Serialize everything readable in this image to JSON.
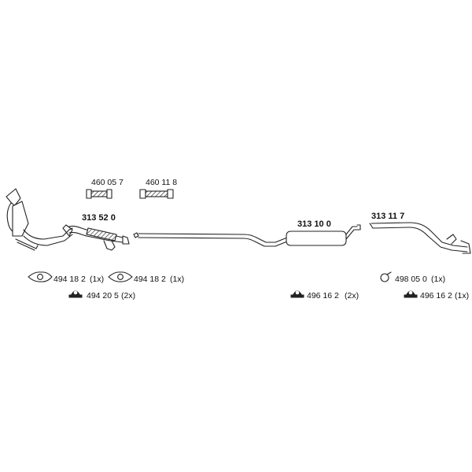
{
  "parts": {
    "downpipe": "313 52 0",
    "flex_1": "460 05 7",
    "flex_2": "460 11 8",
    "middle_silencer": "313 10 0",
    "tail_pipe": "313 11 7"
  },
  "fittings": {
    "gasket_1": "494 18 2",
    "gasket_1_qty": "(1x)",
    "gasket_2": "494 18 2",
    "gasket_2_qty": "(1x)",
    "hanger_1": "494 20 5",
    "hanger_1_qty": "(2x)",
    "hanger_2": "496 16 2",
    "hanger_2_qty": "(2x)",
    "clamp": "498 05 0",
    "clamp_qty": "(1x)",
    "hanger_3": "496 16 2",
    "hanger_3_qty": "(1x)"
  }
}
